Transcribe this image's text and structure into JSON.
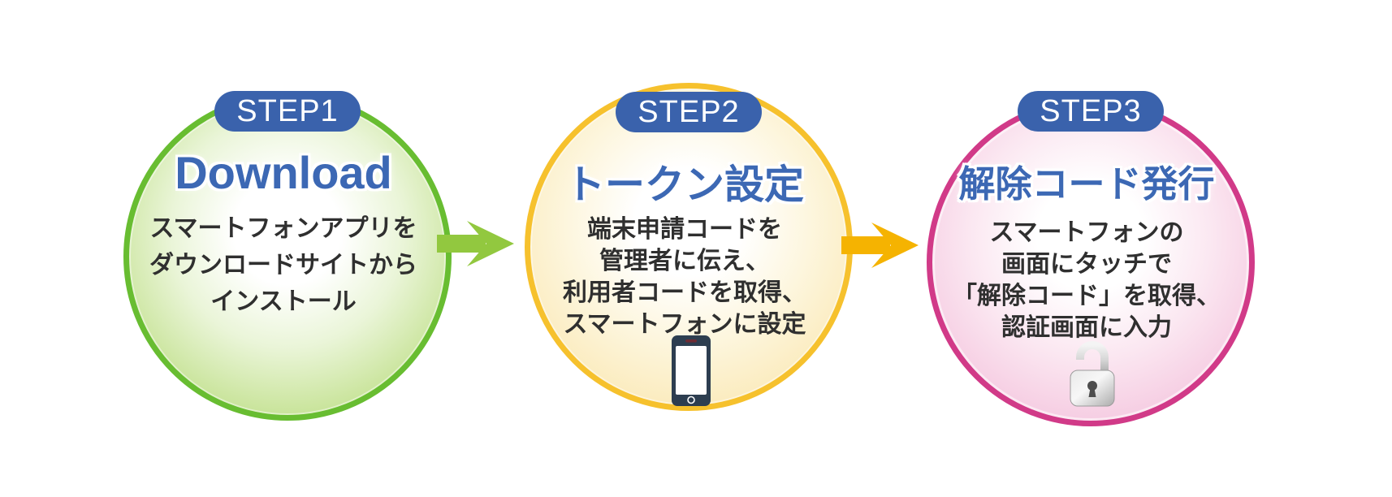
{
  "steps": [
    {
      "badge": "STEP1",
      "title": "Download",
      "lines": [
        "スマートフォンアプリを",
        "ダウンロードサイトから",
        "インストール"
      ],
      "icon": null,
      "theme": {
        "rim_color": "#68bd31",
        "fill_edge_color": "#a9d56b",
        "badge_color": "#3a62ac",
        "title_color": "#3c68b4",
        "text_color": "#2f2f2f"
      }
    },
    {
      "badge": "STEP2",
      "title": "トークン設定",
      "lines": [
        "端末申請コードを",
        "管理者に伝え、",
        "利用者コードを取得、",
        "スマートフォンに設定"
      ],
      "icon": "smartphone-icon",
      "theme": {
        "rim_color": "#f6c12d",
        "fill_edge_color": "#f8e3a6",
        "badge_color": "#3a62ac",
        "title_color": "#3c68b4",
        "text_color": "#2f2f2f"
      }
    },
    {
      "badge": "STEP3",
      "title": "解除コード発行",
      "lines": [
        "スマートフォンの",
        "画面にタッチで",
        "「解除コード」を取得、",
        "認証画面に入力"
      ],
      "icon": "lock-icon",
      "theme": {
        "rim_color": "#d13a88",
        "fill_edge_color": "#f1badb",
        "badge_color": "#3a62ac",
        "title_color": "#3c68b4",
        "text_color": "#2f2f2f"
      }
    }
  ],
  "arrows": [
    {
      "from": "STEP1",
      "to": "STEP2",
      "color": "#92c83f"
    },
    {
      "from": "STEP2",
      "to": "STEP3",
      "color": "#f5b301"
    }
  ],
  "icons": {
    "smartphone": {
      "body_color": "#2d3e50",
      "screen_color": "#ffffff",
      "speaker_color": "#6d2c34"
    },
    "lock": {
      "metal_light": "#f2f2f2",
      "metal_dark": "#9e9e9e",
      "keyhole_color": "#4d4d4d",
      "state": "open"
    }
  },
  "background_color": "#ffffff"
}
